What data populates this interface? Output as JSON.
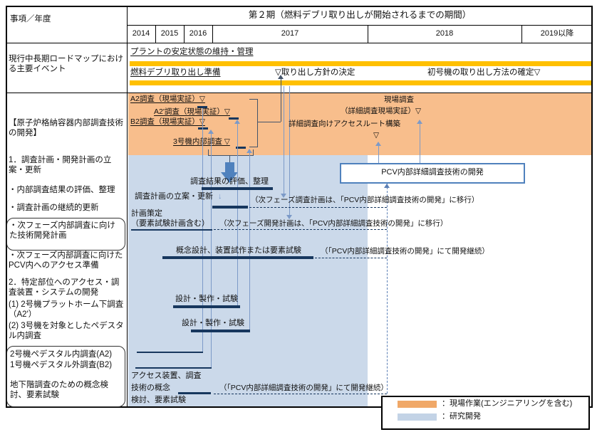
{
  "header": {
    "corner_label": "事項／年度",
    "period_title": "第２期（燃料デブリ取り出しが開始されるまでの期間）",
    "years": [
      "2014",
      "2015",
      "2016",
      "2017",
      "2018",
      "2019以降"
    ]
  },
  "events_row": {
    "row_label": "現行中長期ロードマップにおける主要イベント",
    "track1_label": "プラントの安定状態の維持・管理",
    "track2_label": "燃料デブリ取り出し準備",
    "milestone_policy": "▽取り出し方針の決定",
    "milestone_method": "初号機の取り出し方法の確定▽"
  },
  "left_panel": {
    "heading": "【原子炉格納容器内部調査技術の開発】",
    "item1": "1．調査計画・開発計画の立案・更新",
    "bullet1": "・内部調査結果の評価、整理",
    "bullet2": "・調査計画の継続的更新",
    "boxed1": "・次フェーズ内部調査に向けた技術開発計画",
    "bullet3": "・次フェーズ内部調査に向けたPCV内へのアクセス準備",
    "item2": "2．特定部位へのアクセス・調査装置・システムの開発",
    "sub1": "(1) 2号機プラットホーム下調査（A2'）",
    "sub2": "(2) 3号機を対象としたペデスタル内調査",
    "boxed2_line1": "2号機ペデスタル内調査(A2)",
    "boxed2_line2": "1号機ペデスタル外調査(B2)",
    "boxed2_line3": "地下階調査のための概念検討、要素試験"
  },
  "field_band": {
    "milestone_a2": "A2調査（現場実証）▽",
    "milestone_a2dash": "A2'調査（現場実証）▽",
    "milestone_b2": "B2調査（現場実証）▽",
    "milestone_unit3": "3号機内部調査 ▽",
    "site_survey_line1": "現場調査",
    "site_survey_line2": "（詳細調査現場実証）▽",
    "access_route": "詳細調査向けアクセスルート構築",
    "access_route_marker": "▽"
  },
  "pcv_box": {
    "label": "PCV内部詳細調査技術の開発"
  },
  "rd_band": {
    "row1": "調査結果の評価、整理",
    "row2": "調査計画の立案・更新",
    "row2_arrow": "↓",
    "row2_note": "（次フェーズ調査計画は、「PCV内部詳細調査技術の開発」に移行）",
    "row3_line1": "計画策定",
    "row3_line2": "（要素試験計画含む）",
    "row3_note": "（次フェーズ開発計画は、「PCV内部詳細調査技術の開発」に移行）",
    "row4": "概念設計、装置試作または要素試験",
    "row4_note": "（「PCV内部詳細調査技術の開発」にて開発継続）",
    "row5": "設計・製作・試験",
    "row6": "設計・製作・試験",
    "row7_line1": "アクセス装置、調査",
    "row7_line2": "技術の概念",
    "row7_line3": "検討、要素試験",
    "row7_note": "（「PCV内部詳細調査技術の開発」にて開発継続）"
  },
  "legend": {
    "item1": "：現場作業(エンジニアリングを含む)",
    "item2": "：研究開発",
    "color_field_work": "#F0A868",
    "color_rd": "#C3D3E6"
  },
  "colors": {
    "band_field_work": "#F8BE8C",
    "band_rd": "#CBD9EA",
    "bar_navy": "#17375E",
    "accent_steel_blue": "#4F81BD",
    "event_bar_yellow": "#FFC000",
    "connector_blue": "#7C9AC8"
  }
}
